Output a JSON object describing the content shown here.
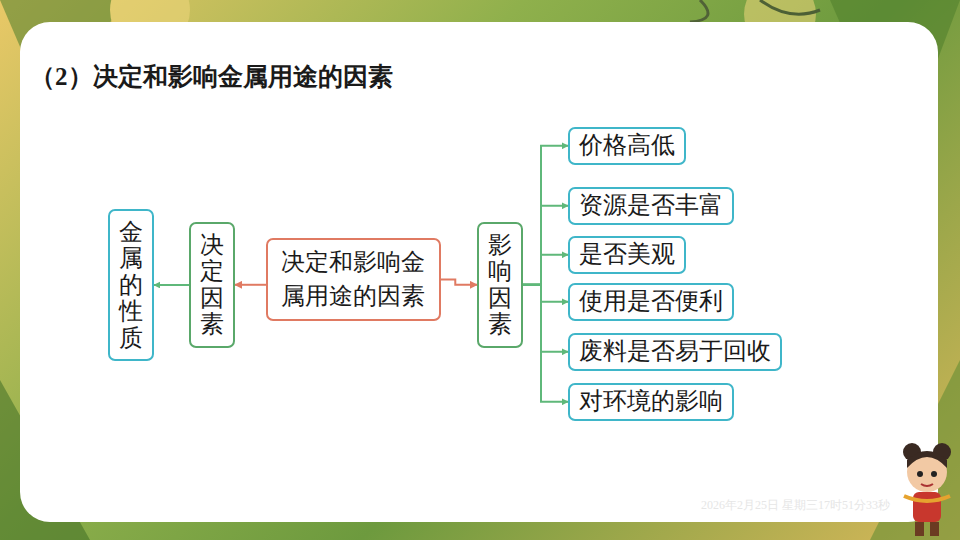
{
  "diagram": {
    "title": "（2）决定和影响金属用途的因素",
    "nodes": [
      {
        "text": [
          "金属的性质"
        ]
      },
      {
        "text": [
          "决定因素"
        ]
      },
      {
        "text": [
          "决定和影响金属用途的因素"
        ]
      },
      {
        "text": [
          "影响因素"
        ]
      },
      {
        "text": [
          "价格高低"
        ]
      },
      {
        "text": [
          "资源是否丰富"
        ]
      },
      {
        "text": [
          "是否美观"
        ]
      },
      {
        "text": [
          "使用是否便利"
        ]
      },
      {
        "text": [
          "废料是否易于回收"
        ]
      },
      {
        "text": [
          "对环境的影响"
        ]
      }
    ],
    "edges": [
      {
        "from": 2,
        "to": 1,
        "arrow": "to"
      },
      {
        "from": 1,
        "to": 0,
        "arrow": "to"
      },
      {
        "from": 2,
        "to": 3,
        "arrow": "to"
      },
      {
        "from": 3,
        "to": 4,
        "arrow": "to"
      },
      {
        "from": 3,
        "to": 5,
        "arrow": "to"
      },
      {
        "from": 3,
        "to": 6,
        "arrow": "to"
      },
      {
        "from": 3,
        "to": 7,
        "arrow": "to"
      },
      {
        "from": 3,
        "to": 8,
        "arrow": "to"
      },
      {
        "from": 3,
        "to": 9,
        "arrow": "to"
      }
    ],
    "labels": [
      "2026年2月25日 星期三17时51分33秒"
    ]
  }
}
